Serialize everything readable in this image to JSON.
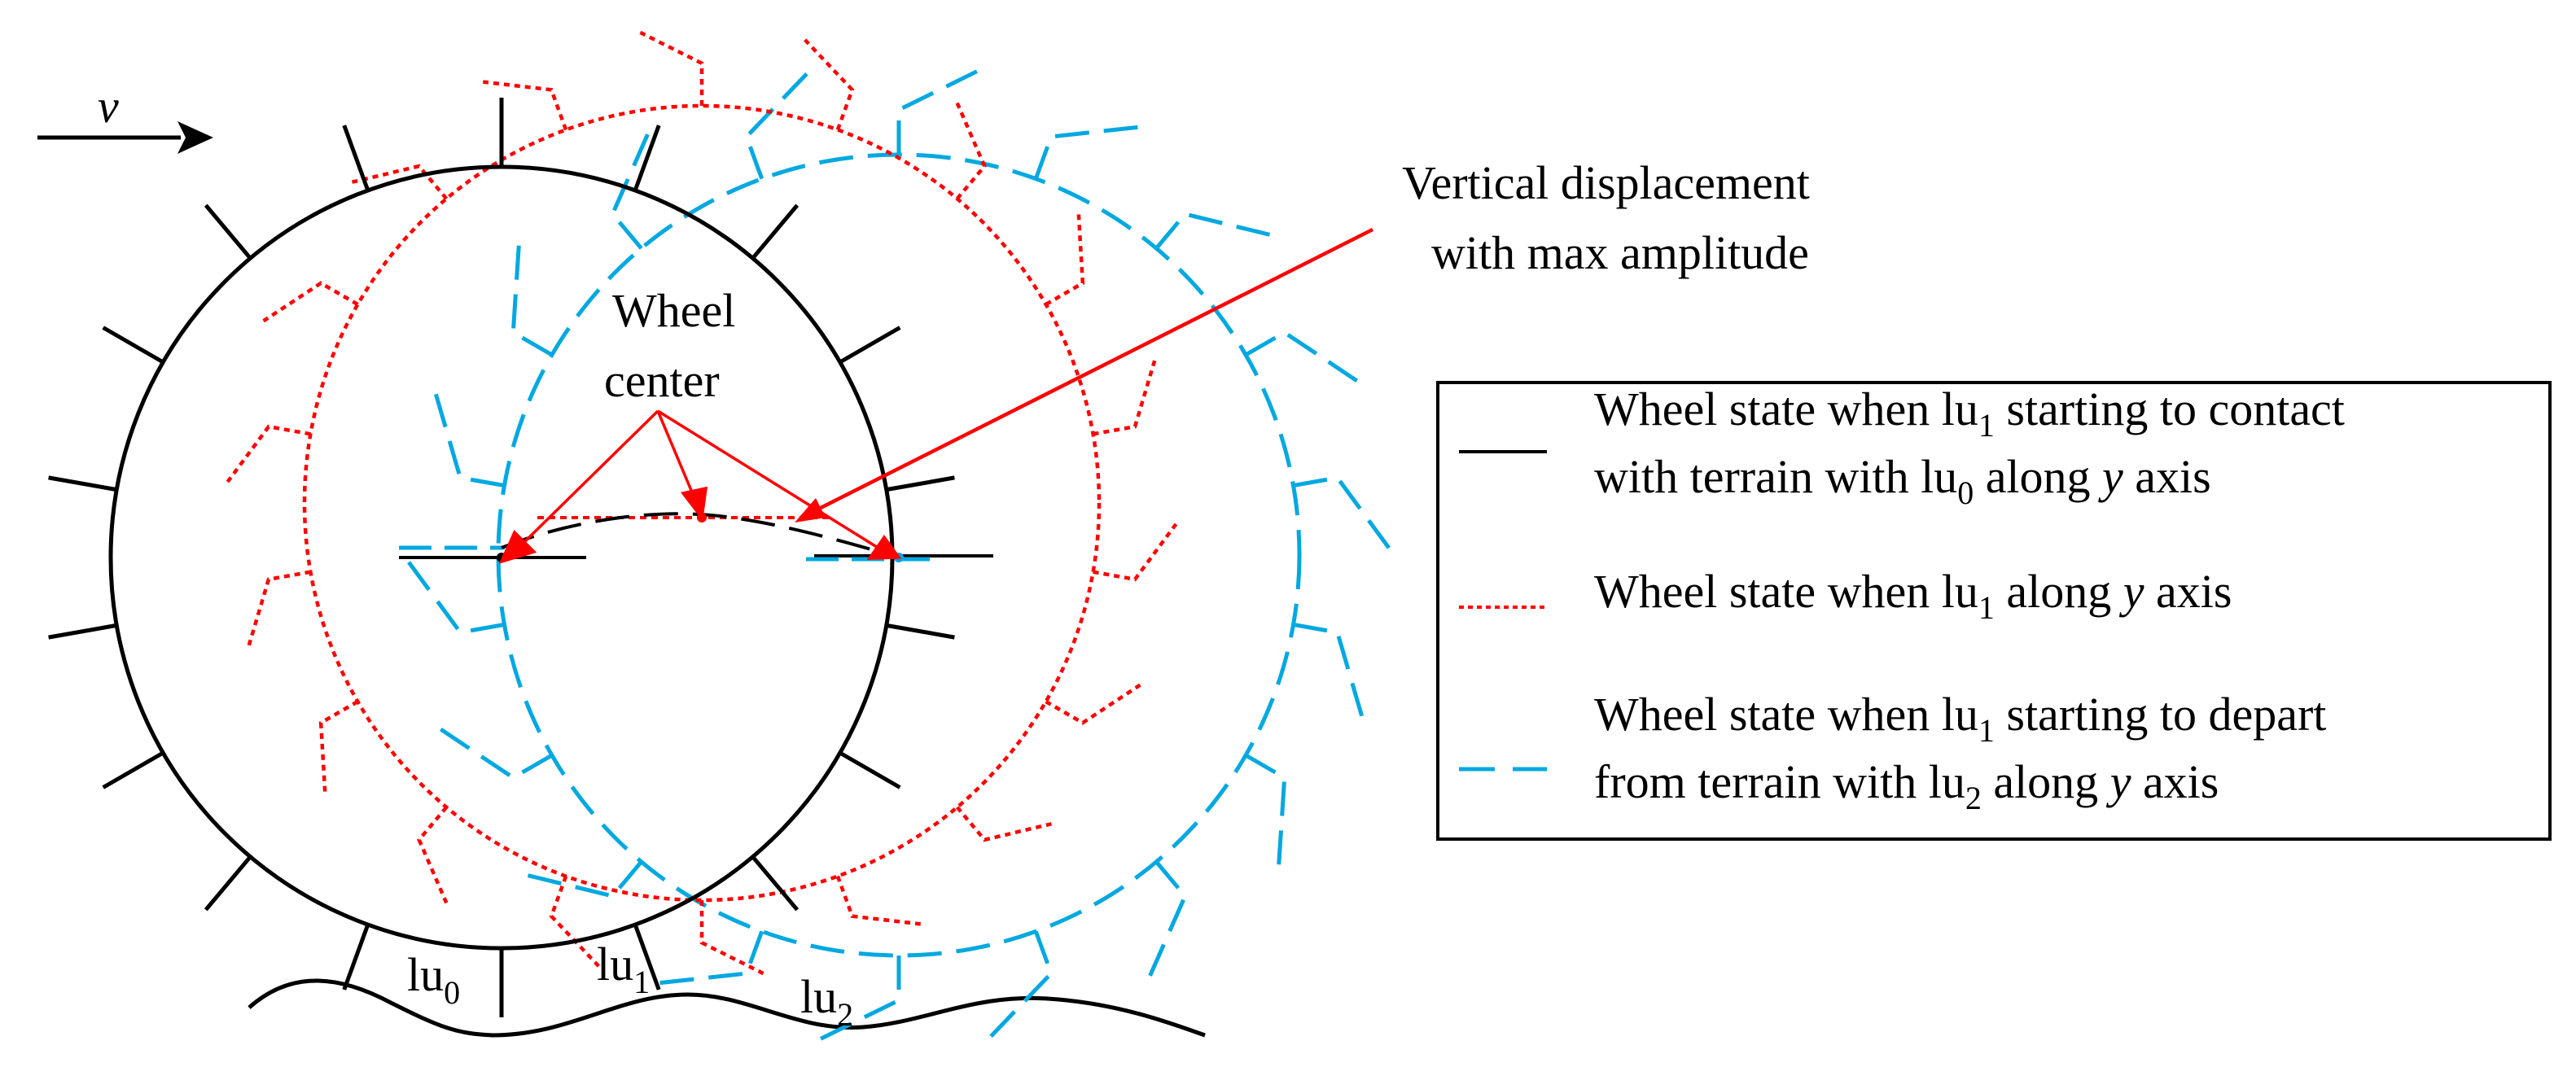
{
  "colors": {
    "black": "#000000",
    "red": "#ff0000",
    "blue": "#00a8e0"
  },
  "velocity_label": "v",
  "wheel_center_label": [
    "Wheel",
    "center"
  ],
  "annotation_label": [
    "Vertical  displacement",
    "with max amplitude"
  ],
  "lug_labels": {
    "lu0": {
      "base": "lu",
      "sub": "0"
    },
    "lu1": {
      "base": "lu",
      "sub": "1"
    },
    "lu2": {
      "base": "lu",
      "sub": "2"
    }
  },
  "legend": {
    "items": [
      {
        "style": "solid",
        "color": "#000000",
        "lines": [
          [
            "Wheel state when lu",
            {
              "sub": "1"
            },
            " starting to contact"
          ],
          [
            "with terrain with lu",
            {
              "sub": "0"
            },
            " along ",
            {
              "it": "y"
            },
            " axis"
          ]
        ]
      },
      {
        "style": "dotted",
        "color": "#ff0000",
        "lines": [
          [
            "Wheel state when lu",
            {
              "sub": "1"
            },
            " along ",
            {
              "it": "y"
            },
            " axis"
          ]
        ]
      },
      {
        "style": "dashed",
        "color": "#00a8e0",
        "lines": [
          [
            "Wheel state when lu",
            {
              "sub": "1"
            },
            " starting to depart"
          ],
          [
            "from terrain with lu",
            {
              "sub": "2"
            },
            " along ",
            {
              "it": "y"
            },
            " axis"
          ]
        ]
      }
    ]
  }
}
